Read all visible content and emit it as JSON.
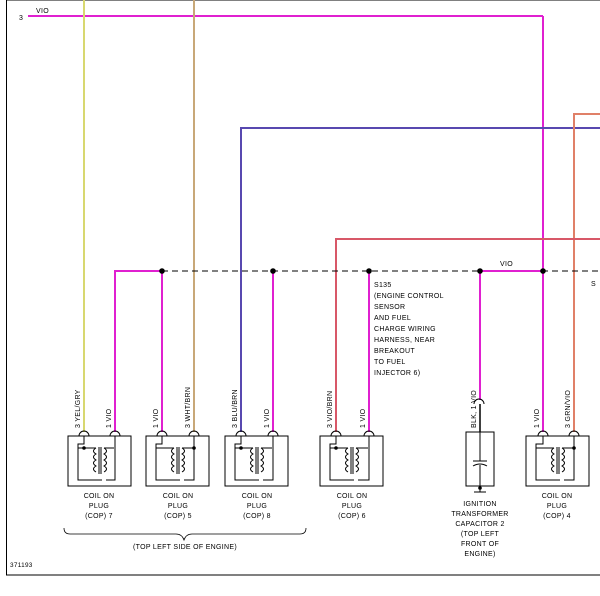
{
  "colors": {
    "violet": "#e020d0",
    "yel_gry": "#d8d870",
    "wht_brn": "#c8a878",
    "blu_brn": "#5848b0",
    "red": "#d85868",
    "salmon": "#e08068",
    "blk": "#000000",
    "frame": "#000000"
  },
  "top_wire": {
    "pin": "3",
    "label": "VIO"
  },
  "splice": {
    "id": "S135",
    "lines": [
      "(ENGINE CONTROL",
      "SENSOR",
      "AND FUEL",
      "CHARGE WIRING",
      "HARNESS, NEAR",
      "BREAKOUT",
      "TO FUEL",
      "INJECTOR 6)"
    ]
  },
  "bus_vio_label": "VIO",
  "bus_s_label": "S",
  "components": [
    {
      "pins": [
        {
          "num": "3",
          "wire": "YEL/GRY"
        },
        {
          "num": "1",
          "wire": "VIO"
        }
      ],
      "lines": [
        "COIL ON",
        "PLUG",
        "(COP) 7"
      ]
    },
    {
      "pins": [
        {
          "num": "1",
          "wire": "VIO"
        },
        {
          "num": "3",
          "wire": "WHT/BRN"
        }
      ],
      "lines": [
        "COIL ON",
        "PLUG",
        "(COP) 5"
      ]
    },
    {
      "pins": [
        {
          "num": "3",
          "wire": "BLU/BRN"
        },
        {
          "num": "1",
          "wire": "VIO"
        }
      ],
      "lines": [
        "COIL ON",
        "PLUG",
        "(COP) 8"
      ]
    },
    {
      "pins": [
        {
          "num": "3",
          "wire": "VIO/BRN"
        },
        {
          "num": "1",
          "wire": "VIO"
        }
      ],
      "lines": [
        "COIL ON",
        "PLUG",
        "(COP) 6"
      ]
    },
    {
      "pins": [
        {
          "num": "1",
          "wire": "VIO"
        },
        {
          "num": "",
          "wire": "BLK"
        }
      ],
      "lines": [
        "IGNITION",
        "TRANSFORMER",
        "CAPACITOR 2",
        "(TOP LEFT",
        "FRONT OF",
        "ENGINE)"
      ]
    },
    {
      "pins": [
        {
          "num": "1",
          "wire": "VIO"
        },
        {
          "num": "3",
          "wire": "GRN/VIO"
        }
      ],
      "lines": [
        "COIL ON",
        "PLUG",
        "(COP) 4"
      ]
    }
  ],
  "group_label": "(TOP LEFT SIDE OF ENGINE)",
  "figure_id": "371193"
}
